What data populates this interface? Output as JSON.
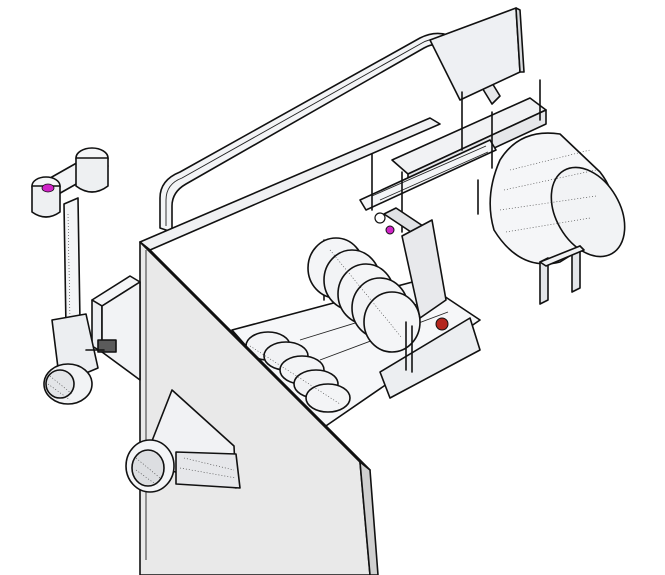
{
  "view": {
    "style": "isometric engineering line render",
    "background": "#ffffff"
  },
  "colors": {
    "outline": "#111111",
    "panel": "#ededed",
    "panel_shadow": "#c8c8c8",
    "part_light": "#f4f5f7",
    "accent_magenta": "#d023c8",
    "accent_red": "#b3261e"
  },
  "components": [
    "main-housing-wall",
    "u-shaped-rail-frame",
    "upper-roller-stack",
    "lower-roller-stack",
    "cylindrical-drum",
    "articulated-arm",
    "gearbox-block",
    "funnel-outlet"
  ]
}
